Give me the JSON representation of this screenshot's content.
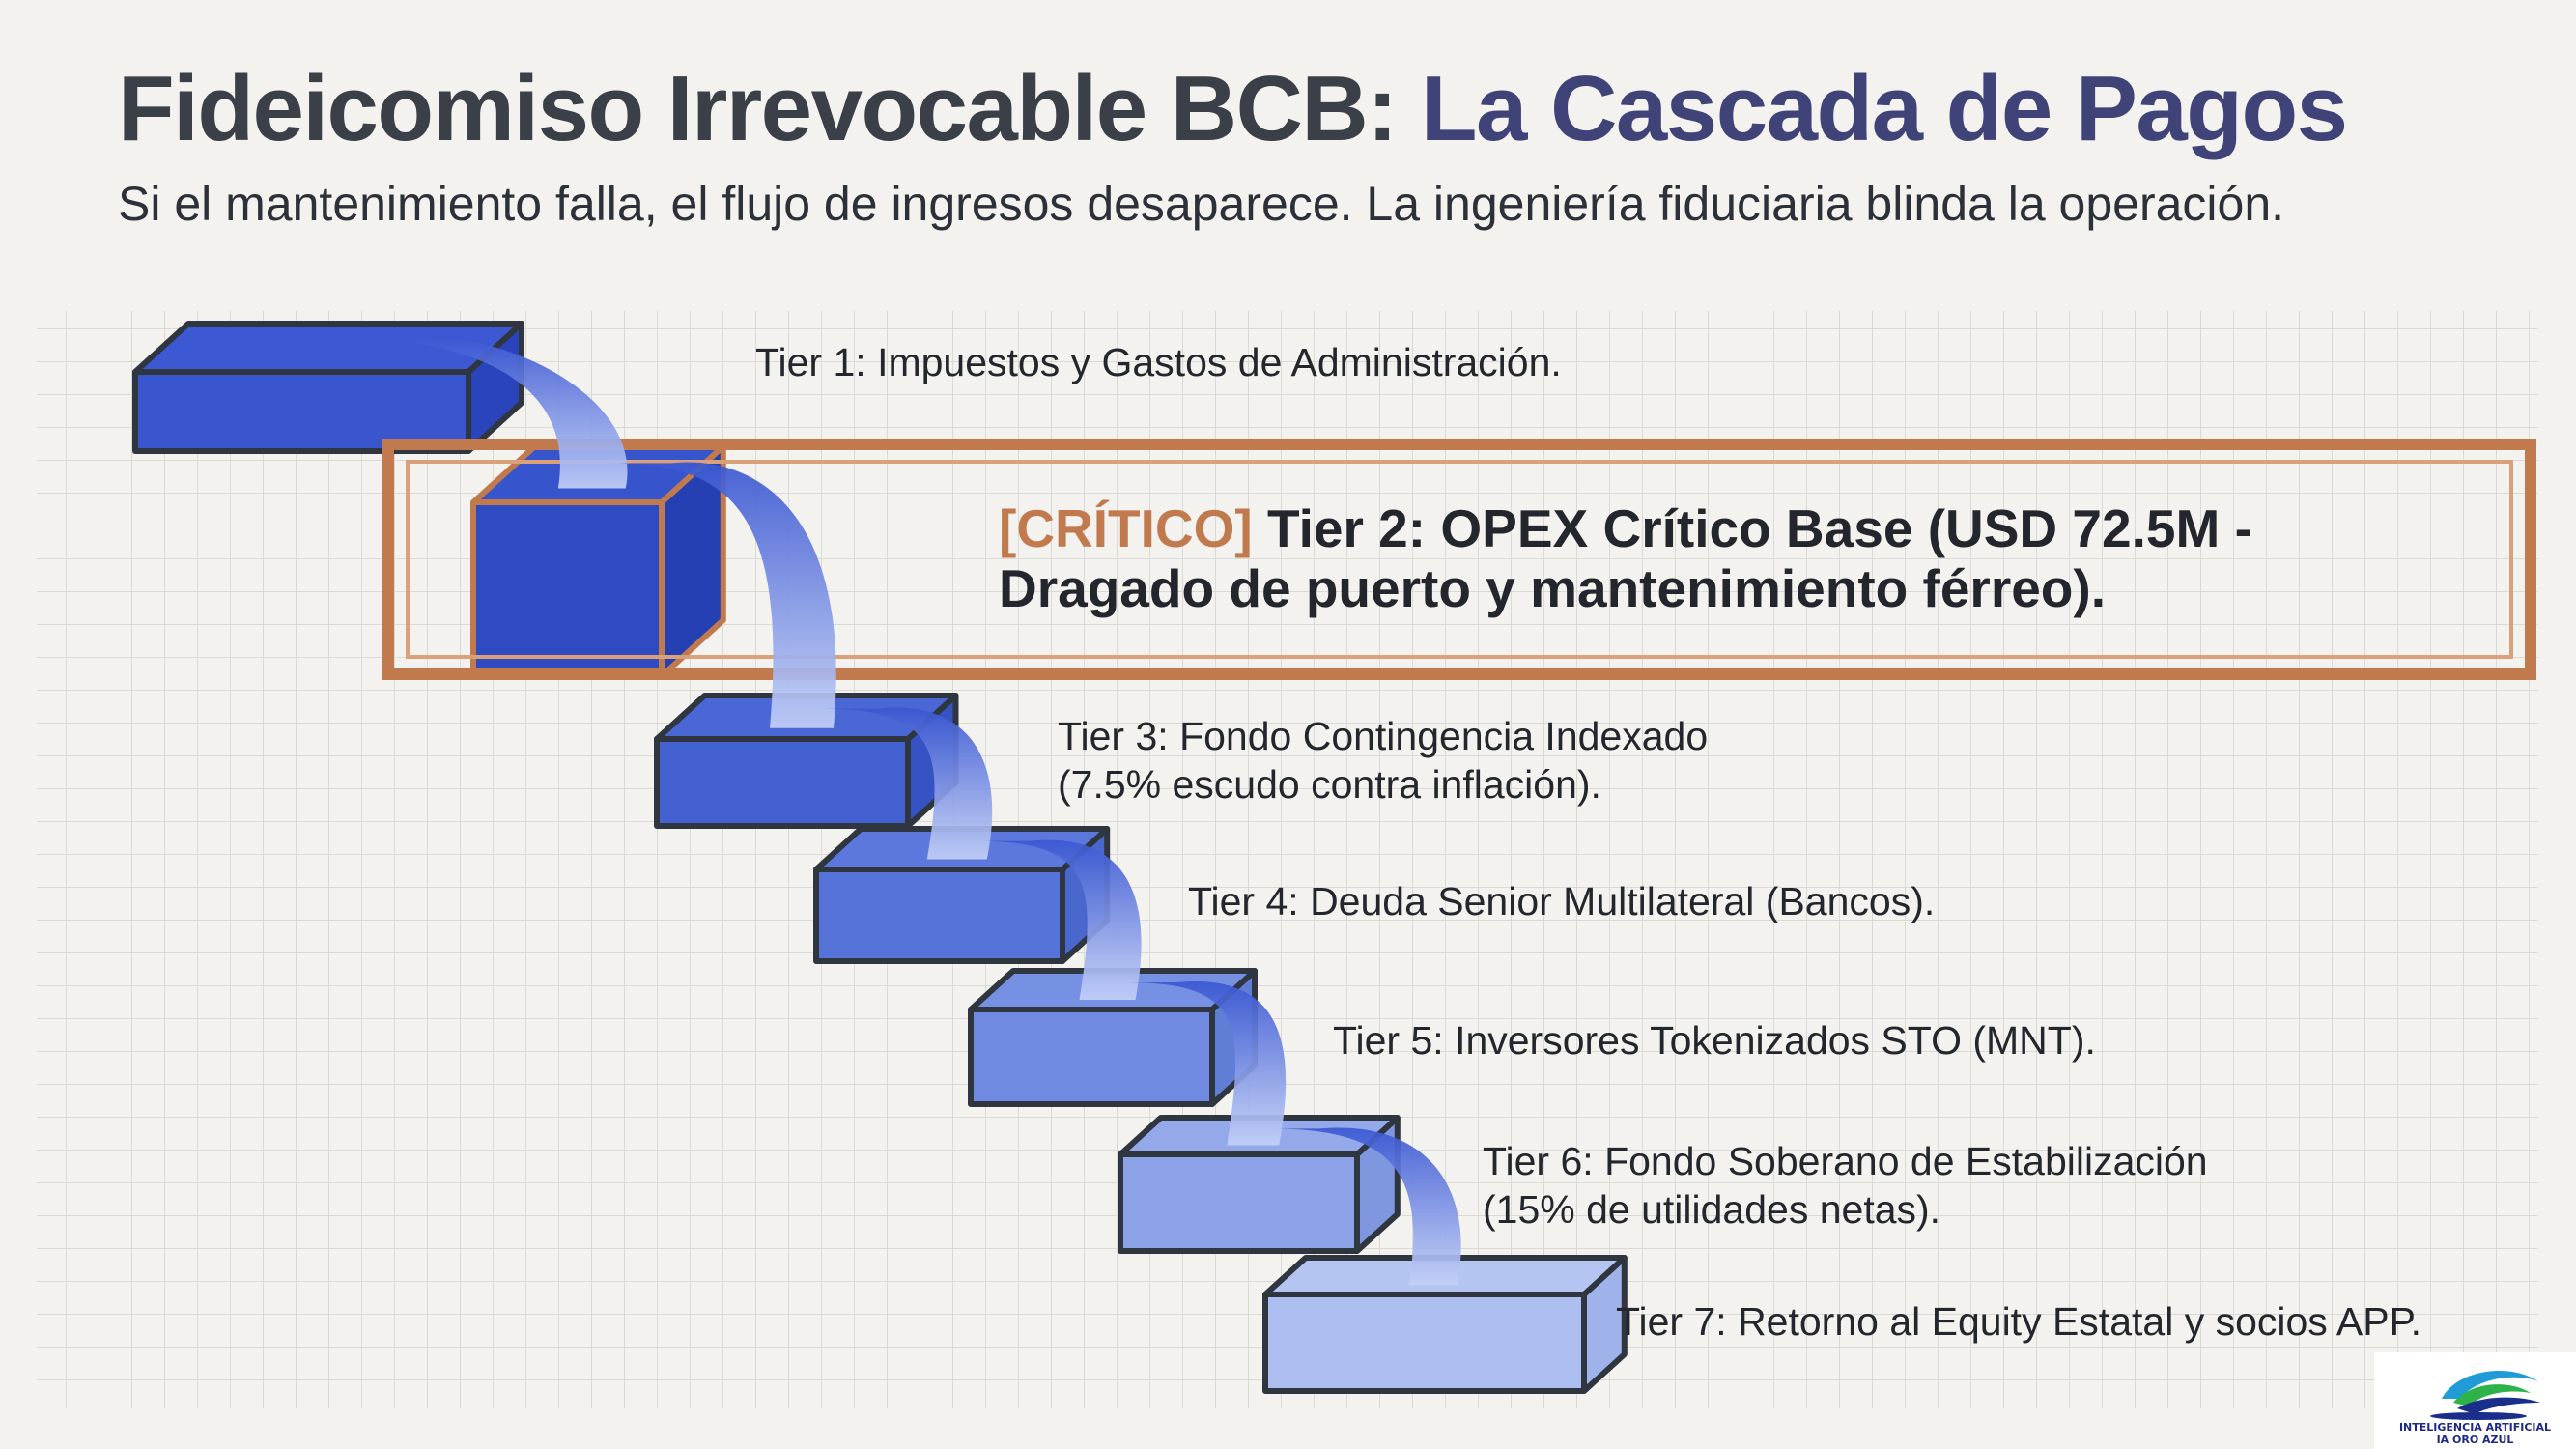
{
  "header": {
    "title_main": "Fideicomiso Irrevocable BCB:",
    "title_accent": "La Cascada de Pagos",
    "subtitle": "Si el mantenimiento falla, el flujo de ingresos desaparece. La ingeniería fiduciaria blinda la operación."
  },
  "tiers": [
    {
      "line1": "Tier 1: Impuestos y Gastos de Administración.",
      "line2": ""
    },
    {
      "tag": "[CRÍTICO]",
      "line1": " Tier 2: OPEX Crítico Base (USD 72.5M -",
      "line2": "Dragado de puerto y mantenimiento férreo)."
    },
    {
      "line1": "Tier 3: Fondo Contingencia Indexado",
      "line2": "(7.5% escudo contra inflación)."
    },
    {
      "line1": "Tier 4: Deuda Senior Multilateral (Bancos).",
      "line2": ""
    },
    {
      "line1": "Tier 5: Inversores Tokenizados STO (MNT).",
      "line2": ""
    },
    {
      "line1": "Tier 6: Fondo Soberano de Estabilización",
      "line2": "(15% de utilidades netas)."
    },
    {
      "line1": "Tier 7: Retorno al Equity Estatal y socios APP.",
      "line2": ""
    }
  ],
  "logo": {
    "line1": "INTELIGENCIA ARTIFICIAL",
    "line2": "IA ORO AZUL"
  },
  "colors": {
    "accent_title": "#404377",
    "critical": "#c17a4e",
    "tier_blue": "#3550c8",
    "tier_light": "#b7c6f3",
    "outline": "#2f3640"
  }
}
